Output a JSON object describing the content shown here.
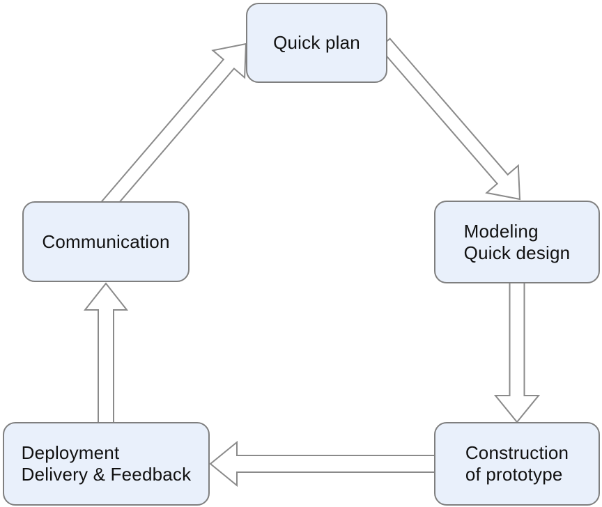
{
  "diagram": {
    "type": "cycle-flowchart",
    "background": "#ffffff",
    "node_fill": "#e9f0fb",
    "node_border_color": "#7f7f7f",
    "arrow_fill": "#ffffff",
    "arrow_stroke": "#8a8a8a",
    "text_color": "#111111",
    "nodes": [
      {
        "id": "quick-plan",
        "lines": [
          "Quick plan"
        ]
      },
      {
        "id": "modeling",
        "lines": [
          "Modeling",
          "Quick design"
        ]
      },
      {
        "id": "construction",
        "lines": [
          "Construction",
          "of prototype"
        ]
      },
      {
        "id": "deployment",
        "lines": [
          "Deployment",
          "Delivery & Feedback"
        ]
      },
      {
        "id": "communication",
        "lines": [
          "Communication"
        ]
      }
    ],
    "edges": [
      {
        "from": "communication",
        "to": "quick-plan"
      },
      {
        "from": "quick-plan",
        "to": "modeling"
      },
      {
        "from": "modeling",
        "to": "construction"
      },
      {
        "from": "construction",
        "to": "deployment"
      },
      {
        "from": "deployment",
        "to": "communication"
      }
    ]
  }
}
